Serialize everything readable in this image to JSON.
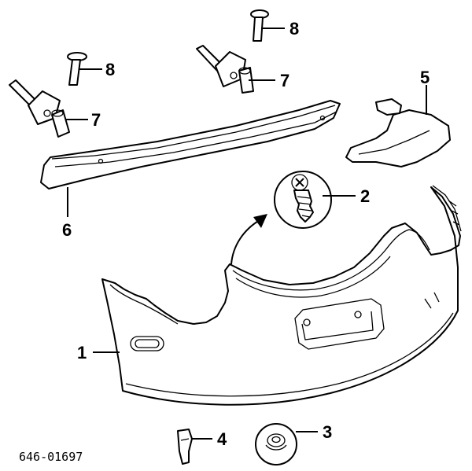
{
  "catalog_number": "646-01697",
  "callouts": {
    "c1": "1",
    "c2": "2",
    "c3": "3",
    "c4": "4",
    "c5": "5",
    "c6": "6",
    "c7a": "7",
    "c7b": "7",
    "c8a": "8",
    "c8b": "8"
  }
}
